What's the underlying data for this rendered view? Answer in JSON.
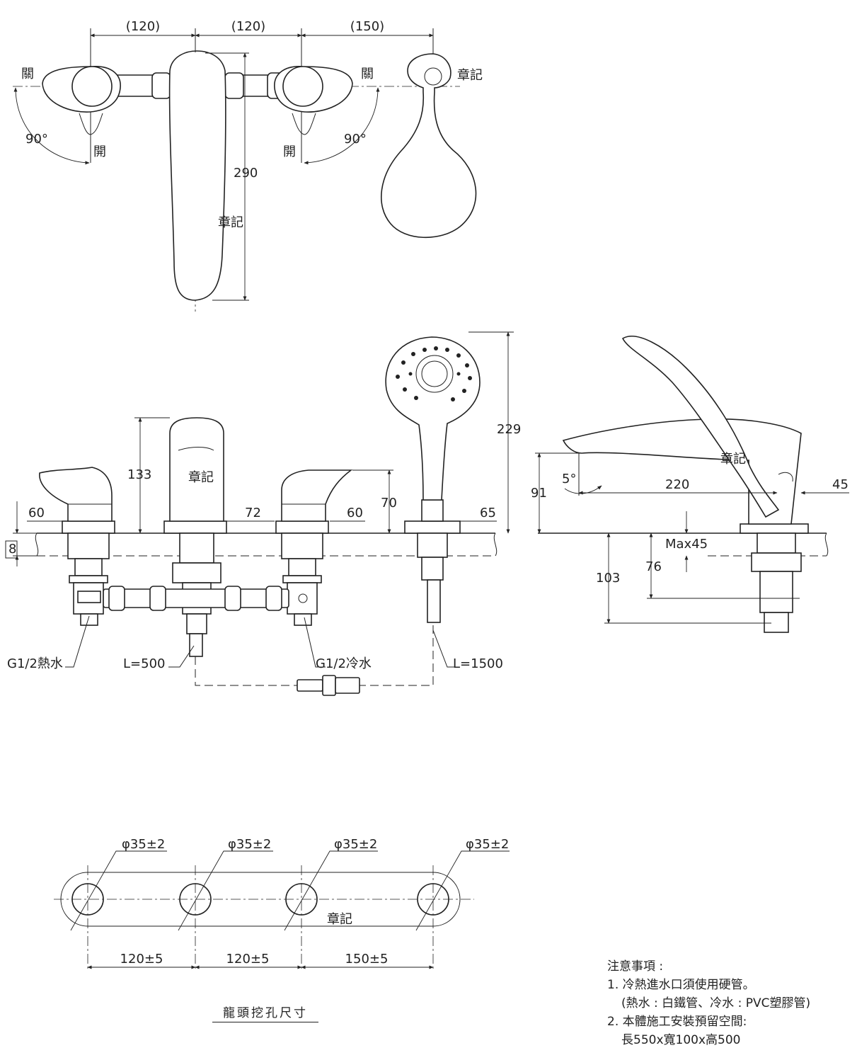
{
  "top_view": {
    "dims_top": [
      "(120)",
      "(120)",
      "(150)"
    ],
    "close_left": "關",
    "close_right": "關",
    "open_left": "開",
    "open_right": "開",
    "angle_left": "90°",
    "angle_right": "90°",
    "spout_length": "290",
    "brand_mark_spout": "章記",
    "brand_mark_shower": "章記"
  },
  "front_view": {
    "deck_thickness": "8",
    "spout_height": "133",
    "handle_height": "70",
    "shower_height": "229",
    "dim_60_left": "60",
    "dim_72": "72",
    "dim_60_right": "60",
    "dim_65": "65",
    "brand_mark": "章記",
    "hot_inlet": "G1/2熱水",
    "cold_inlet": "G1/2冷水",
    "hose_spout": "L=500",
    "hose_shower": "L=1500"
  },
  "side_view": {
    "height_91": "91",
    "angle_5": "5°",
    "reach_220": "220",
    "dim_45": "45",
    "max_deck": "Max45",
    "dim_76": "76",
    "dim_103": "103",
    "brand_mark": "章記"
  },
  "hole_layout": {
    "hole_diameter_1": "φ35±2",
    "hole_diameter_2": "φ35±2",
    "hole_diameter_3": "φ35±2",
    "hole_diameter_4": "φ35±2",
    "spacing_1": "120±5",
    "spacing_2": "120±5",
    "spacing_3": "150±5",
    "brand_mark": "章記",
    "caption": "龍頭挖孔尺寸"
  },
  "notes": {
    "title": "注意事項 :",
    "item1": "1. 冷熱進水口須使用硬管。",
    "item1_detail": "(熱水 : 白鐵管、冷水 : PVC塑膠管)",
    "item2": "2. 本體施工安裝預留空間:",
    "item2_detail": "長550x寬100x高500"
  }
}
